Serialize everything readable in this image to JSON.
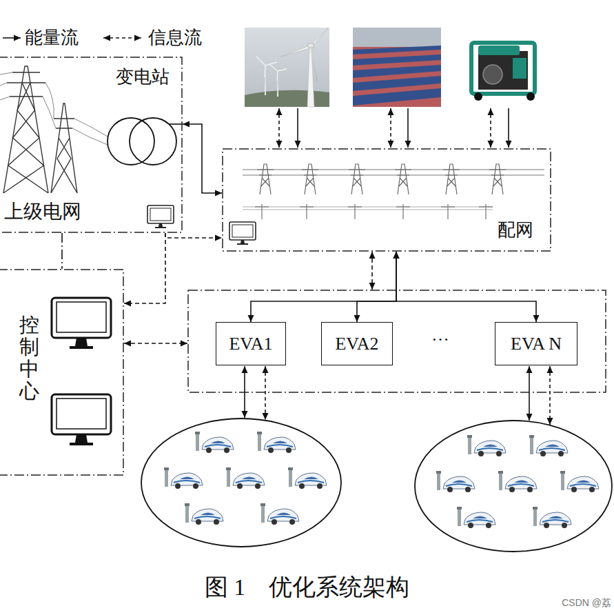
{
  "diagram": {
    "caption": "图 1　优化系统架构",
    "nodes": [
      {
        "text": [
          "变电站",
          "上级电网"
        ]
      },
      {
        "text": [
          "配网"
        ]
      },
      {
        "text": [
          "控制中心"
        ]
      },
      {
        "text": [
          "···"
        ]
      },
      {
        "text": [
          "EVA1"
        ],
        "in": 3
      },
      {
        "text": [
          "EVA2"
        ],
        "in": 3
      },
      {
        "text": [
          "EVA N"
        ],
        "in": 3
      }
    ],
    "edges": [
      {
        "from": 0,
        "to": 1,
        "arrow": "both"
      },
      {
        "from": 0,
        "to": 1,
        "arrow": "to"
      },
      {
        "from": 0,
        "to": 2,
        "arrow": "to"
      },
      {
        "from": 0,
        "to": 2,
        "arrow": "none"
      },
      {
        "from": 1,
        "to": 3,
        "arrow": "both"
      },
      {
        "from": 1,
        "to": 4,
        "arrow": "both"
      },
      {
        "from": 1,
        "to": 5,
        "arrow": "both"
      },
      {
        "from": 1,
        "to": 6,
        "arrow": "both"
      },
      {
        "from": 2,
        "to": 3,
        "arrow": "both"
      }
    ],
    "labels": [
      "CSDN @荔"
    ],
    "legend": [
      {
        "text": "能量流"
      },
      {
        "text": "信息流"
      }
    ]
  }
}
